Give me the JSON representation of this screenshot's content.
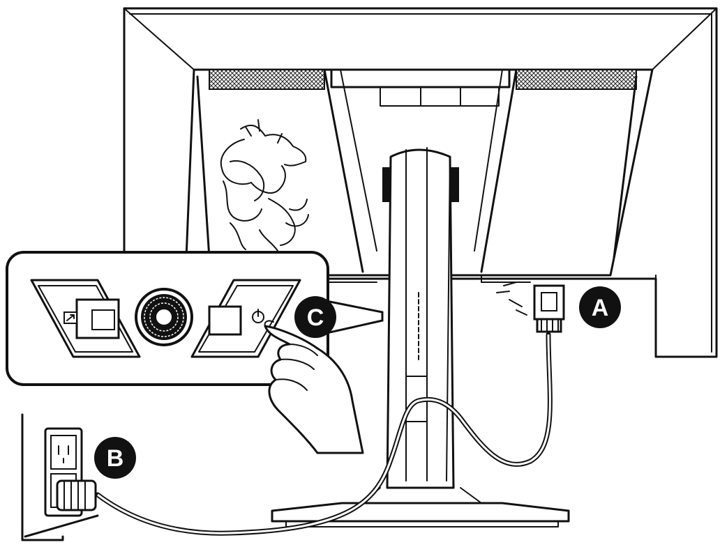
{
  "callouts": {
    "a": "A",
    "b": "B",
    "c": "C"
  },
  "icons": {
    "power": "power-symbol",
    "input": "input-source-symbol"
  },
  "colors": {
    "line": "#111111",
    "background": "#ffffff",
    "badge": "#111111"
  }
}
